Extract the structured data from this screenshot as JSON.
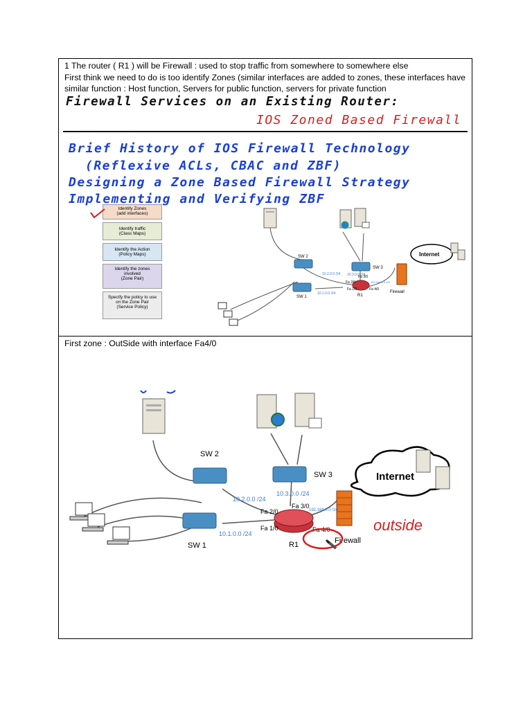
{
  "slide1": {
    "notes": [
      "1 The router ( R1 ) will be Firewall : used to stop traffic from somewhere to somewhere else",
      "First think we need to do is too identify Zones (similar interfaces are added to zones, these interfaces have similar function : Host function, Servers for public function, servers for private function"
    ],
    "header_line1": "Firewall Services on an Existing Router:",
    "header_line2": "IOS Zoned Based Firewall",
    "topics": [
      "Brief History of IOS Firewall Technology",
      "(Reflexive ACLs, CBAC and ZBF)",
      "Designing a Zone Based Firewall Strategy",
      "Implementing and Verifying ZBF"
    ],
    "steps": [
      {
        "line1": "Identify Zones",
        "line2": "(add interfaces)",
        "color": "#f6dcc8"
      },
      {
        "line1": "Identify traffic",
        "line2": "(Class Maps)",
        "color": "#e6ecd6"
      },
      {
        "line1": "Identify the Action",
        "line2": "(Policy Maps)",
        "color": "#d7e6f3"
      },
      {
        "line1": "Identify the zones involved",
        "line2": "(Zone Pair)",
        "color": "#dcd6ec"
      },
      {
        "line1": "Specify the policy to use on the Zone Pair",
        "line2": "(Service Policy)",
        "color": "#ececec"
      }
    ]
  },
  "slide2": {
    "note": "First zone : OutSide with interface Fa4/0",
    "annotation": "outside"
  },
  "network": {
    "sw1": "SW 1",
    "sw2": "SW 2",
    "sw3": "SW 3",
    "r1": "R1",
    "internet": "Internet",
    "firewall": "Firewall",
    "net_sw2": "10.2.0.0 /24",
    "net_sw3": "10.3.0.0 /24",
    "net_sw1": "10.1.0.0 /24",
    "net_outside": "192.168.0.0 /24",
    "fa20": "Fa 2/0",
    "fa30": "Fa 3/0",
    "fa10": "Fa 1/0",
    "fa40": "Fa 4/0"
  },
  "colors": {
    "handwriting_blue": "#1a3fd6",
    "handwriting_red": "#d81e1e",
    "label_blue": "#3a7bd5",
    "switch_blue": "#4a8fc4",
    "router_red": "#c8323a",
    "firewall_orange": "#e8741e"
  }
}
